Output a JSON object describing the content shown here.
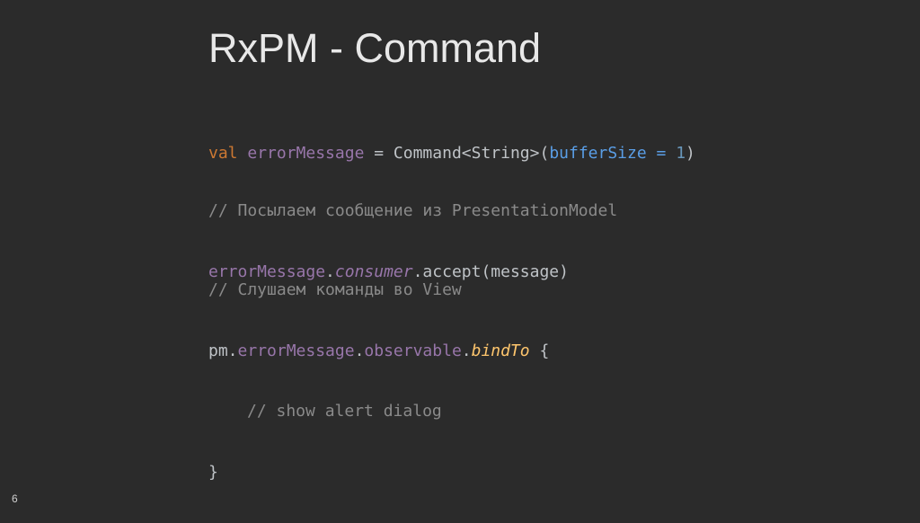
{
  "slide": {
    "title": "RxPM - Command",
    "page_number": "6"
  },
  "code": {
    "line1": {
      "kw_val": "val",
      "name": "errorMessage",
      "assign": " = Command<String>(",
      "param": "bufferSize = ",
      "num": "1",
      "close": ")"
    },
    "line2": {
      "comment": "// Посылаем сообщение из PresentationModel"
    },
    "line3": {
      "name": "errorMessage",
      "dot1": ".",
      "consumer": "consumer",
      "rest": ".accept(message)"
    },
    "line4": {
      "comment": "// Слушаем команды во View"
    },
    "line5": {
      "pm": "pm.",
      "name": "errorMessage",
      "dot1": ".",
      "observable": "observable",
      "dot2": ".",
      "fn": "bindTo",
      "brace": " {"
    },
    "line6": {
      "comment": "// show alert dialog"
    },
    "line7": {
      "brace": "}"
    }
  },
  "colors": {
    "background": "#2b2b2b",
    "keyword": "#cc7832",
    "property": "#9876aa",
    "parameter": "#5a9ee6",
    "number": "#6897bb",
    "comment": "#8a8a8a",
    "function": "#ffc66d",
    "text": "#bfc3c7"
  }
}
